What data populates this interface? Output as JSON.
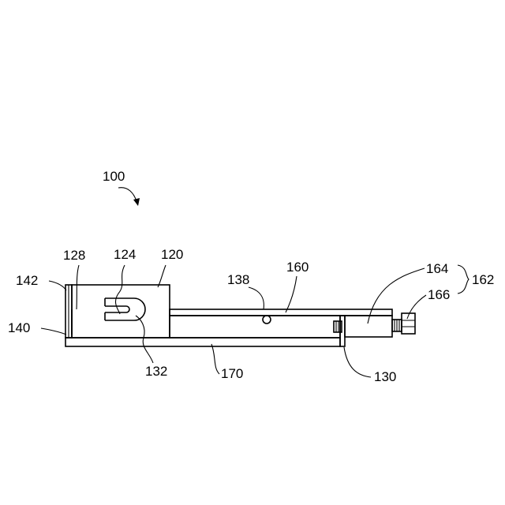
{
  "figure": {
    "labels": {
      "device": "100",
      "housing": "120",
      "slot_member": "124",
      "inner_wall": "128",
      "end_plate": "130",
      "slot_end": "132",
      "hole": "138",
      "base_edge": "140",
      "front_edge": "142",
      "rod": "160",
      "adjuster_assembly": "162",
      "adjuster_body": "164",
      "adjuster_knob": "166",
      "base_rail": "170"
    }
  }
}
